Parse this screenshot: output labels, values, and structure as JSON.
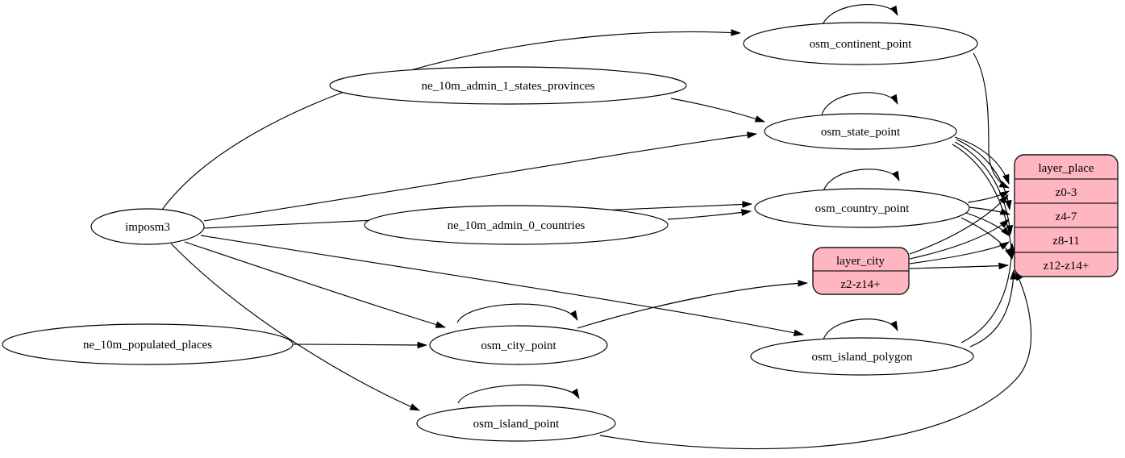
{
  "diagram": {
    "kind": "directed-graph",
    "background_color": "#ffffff",
    "node_fill_color": "#ffffff",
    "record_fill_color": "#ffb6c1",
    "line_color": "#000000"
  },
  "nodes": {
    "imposm3": {
      "label": "imposm3"
    },
    "ne_10m_admin_1_states_provinces": {
      "label": "ne_10m_admin_1_states_provinces"
    },
    "ne_10m_admin_0_countries": {
      "label": "ne_10m_admin_0_countries"
    },
    "ne_10m_populated_places": {
      "label": "ne_10m_populated_places"
    },
    "osm_continent_point": {
      "label": "osm_continent_point"
    },
    "osm_state_point": {
      "label": "osm_state_point"
    },
    "osm_country_point": {
      "label": "osm_country_point"
    },
    "osm_city_point": {
      "label": "osm_city_point"
    },
    "osm_island_polygon": {
      "label": "osm_island_polygon"
    },
    "osm_island_point": {
      "label": "osm_island_point"
    }
  },
  "records": {
    "layer_city": {
      "title": "layer_city",
      "rows": [
        "z2-z14+"
      ]
    },
    "layer_place": {
      "title": "layer_place",
      "rows": [
        "z0-3",
        "z4-7",
        "z8-11",
        "z12-z14+"
      ]
    }
  },
  "edges": [
    {
      "from": "imposm3",
      "to": "osm_continent_point"
    },
    {
      "from": "imposm3",
      "to": "osm_state_point"
    },
    {
      "from": "imposm3",
      "to": "osm_country_point"
    },
    {
      "from": "imposm3",
      "to": "osm_city_point"
    },
    {
      "from": "imposm3",
      "to": "osm_island_polygon"
    },
    {
      "from": "imposm3",
      "to": "osm_island_point"
    },
    {
      "from": "ne_10m_admin_1_states_provinces",
      "to": "osm_state_point"
    },
    {
      "from": "ne_10m_admin_0_countries",
      "to": "osm_country_point"
    },
    {
      "from": "ne_10m_populated_places",
      "to": "osm_city_point"
    },
    {
      "from": "osm_continent_point",
      "to": "osm_continent_point",
      "self_loop": true
    },
    {
      "from": "osm_state_point",
      "to": "osm_state_point",
      "self_loop": true
    },
    {
      "from": "osm_country_point",
      "to": "osm_country_point",
      "self_loop": true
    },
    {
      "from": "osm_city_point",
      "to": "osm_city_point",
      "self_loop": true
    },
    {
      "from": "osm_island_polygon",
      "to": "osm_island_polygon",
      "self_loop": true
    },
    {
      "from": "osm_island_point",
      "to": "osm_island_point",
      "self_loop": true
    },
    {
      "from": "osm_continent_point",
      "to": "layer_place",
      "to_row": "z0-3"
    },
    {
      "from": "osm_state_point",
      "to": "layer_place",
      "to_row": "z0-3"
    },
    {
      "from": "osm_state_point",
      "to": "layer_place",
      "to_row": "z4-7"
    },
    {
      "from": "osm_state_point",
      "to": "layer_place",
      "to_row": "z8-11"
    },
    {
      "from": "osm_state_point",
      "to": "layer_place",
      "to_row": "z12-z14+"
    },
    {
      "from": "osm_country_point",
      "to": "layer_place",
      "to_row": "z0-3"
    },
    {
      "from": "osm_country_point",
      "to": "layer_place",
      "to_row": "z4-7"
    },
    {
      "from": "osm_country_point",
      "to": "layer_place",
      "to_row": "z8-11"
    },
    {
      "from": "osm_country_point",
      "to": "layer_place",
      "to_row": "z12-z14+"
    },
    {
      "from": "osm_city_point",
      "to": "layer_city",
      "to_row": "z2-z14+"
    },
    {
      "from": "layer_city",
      "to": "layer_place",
      "to_row": "z0-3"
    },
    {
      "from": "layer_city",
      "to": "layer_place",
      "to_row": "z4-7"
    },
    {
      "from": "layer_city",
      "to": "layer_place",
      "to_row": "z8-11"
    },
    {
      "from": "layer_city",
      "to": "layer_place",
      "to_row": "z12-z14+"
    },
    {
      "from": "osm_island_polygon",
      "to": "layer_place",
      "to_row": "z8-11"
    },
    {
      "from": "osm_island_polygon",
      "to": "layer_place",
      "to_row": "z12-z14+"
    },
    {
      "from": "osm_island_point",
      "to": "layer_place",
      "to_row": "z12-z14+"
    }
  ]
}
